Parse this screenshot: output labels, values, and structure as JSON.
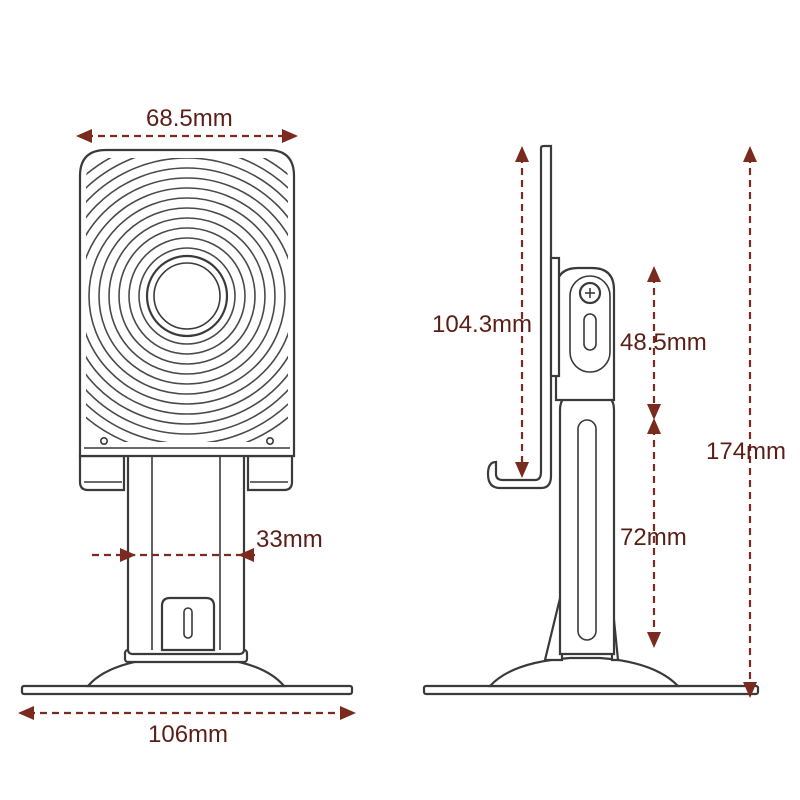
{
  "dimensions": {
    "width_top": "68.5mm",
    "stem_width": "33mm",
    "base_width": "106mm",
    "plate_height": "104.3mm",
    "upper_arm": "48.5mm",
    "lower_arm": "72mm",
    "total_height": "174mm"
  },
  "colors": {
    "dimension": "#7a2a1f",
    "outline": "#3a3a3a"
  }
}
